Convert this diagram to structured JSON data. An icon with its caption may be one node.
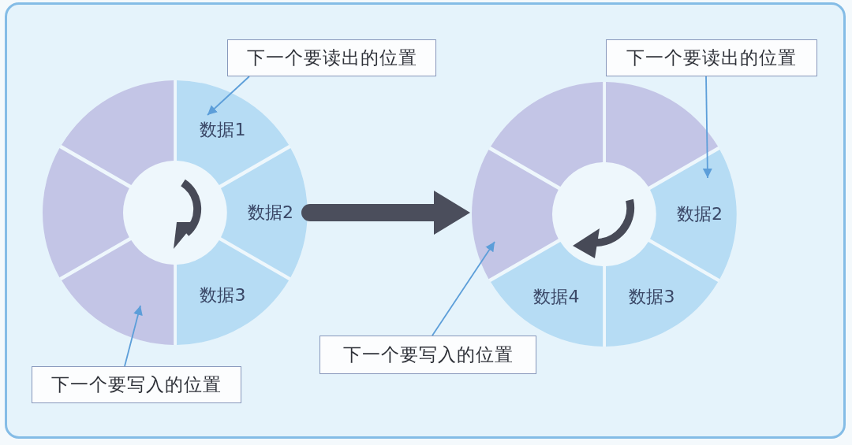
{
  "diagram": {
    "nodes": [
      {
        "text": [
          "下一个要读出的位置"
        ]
      },
      {
        "text": [],
        "shape": "circle"
      },
      {
        "text": [
          "数据1"
        ],
        "in": 1
      },
      {
        "text": [
          "数据2"
        ],
        "in": 1
      },
      {
        "text": [
          "数据3"
        ],
        "in": 1
      },
      {
        "text": [],
        "shape": "sector",
        "in": 1
      },
      {
        "text": [],
        "shape": "sector",
        "in": 1
      },
      {
        "text": [],
        "shape": "sector",
        "in": 1
      },
      {
        "text": [
          "下一个要写入的位置"
        ]
      },
      {
        "text": [
          "下一个要读出的位置"
        ]
      },
      {
        "text": [],
        "shape": "circle"
      },
      {
        "text": [],
        "shape": "sector",
        "in": 10
      },
      {
        "text": [
          "数据2"
        ],
        "in": 10
      },
      {
        "text": [
          "数据3"
        ],
        "in": 10
      },
      {
        "text": [
          "数据4"
        ],
        "in": 10
      },
      {
        "text": [],
        "shape": "sector",
        "in": 10
      },
      {
        "text": [],
        "shape": "sector",
        "in": 10
      },
      {
        "text": [
          "下一个要写入的位置"
        ]
      }
    ],
    "edges": [
      {
        "from": 0,
        "to": 2,
        "arrow": "to"
      },
      {
        "from": 8,
        "to": 5,
        "arrow": "to"
      },
      {
        "from": 1,
        "to": 10,
        "arrow": "to",
        "style": "thick",
        "color": "#4b4e5c"
      },
      {
        "from": 9,
        "to": 12,
        "arrow": "to"
      },
      {
        "from": 17,
        "to": 15,
        "arrow": "to"
      }
    ]
  }
}
